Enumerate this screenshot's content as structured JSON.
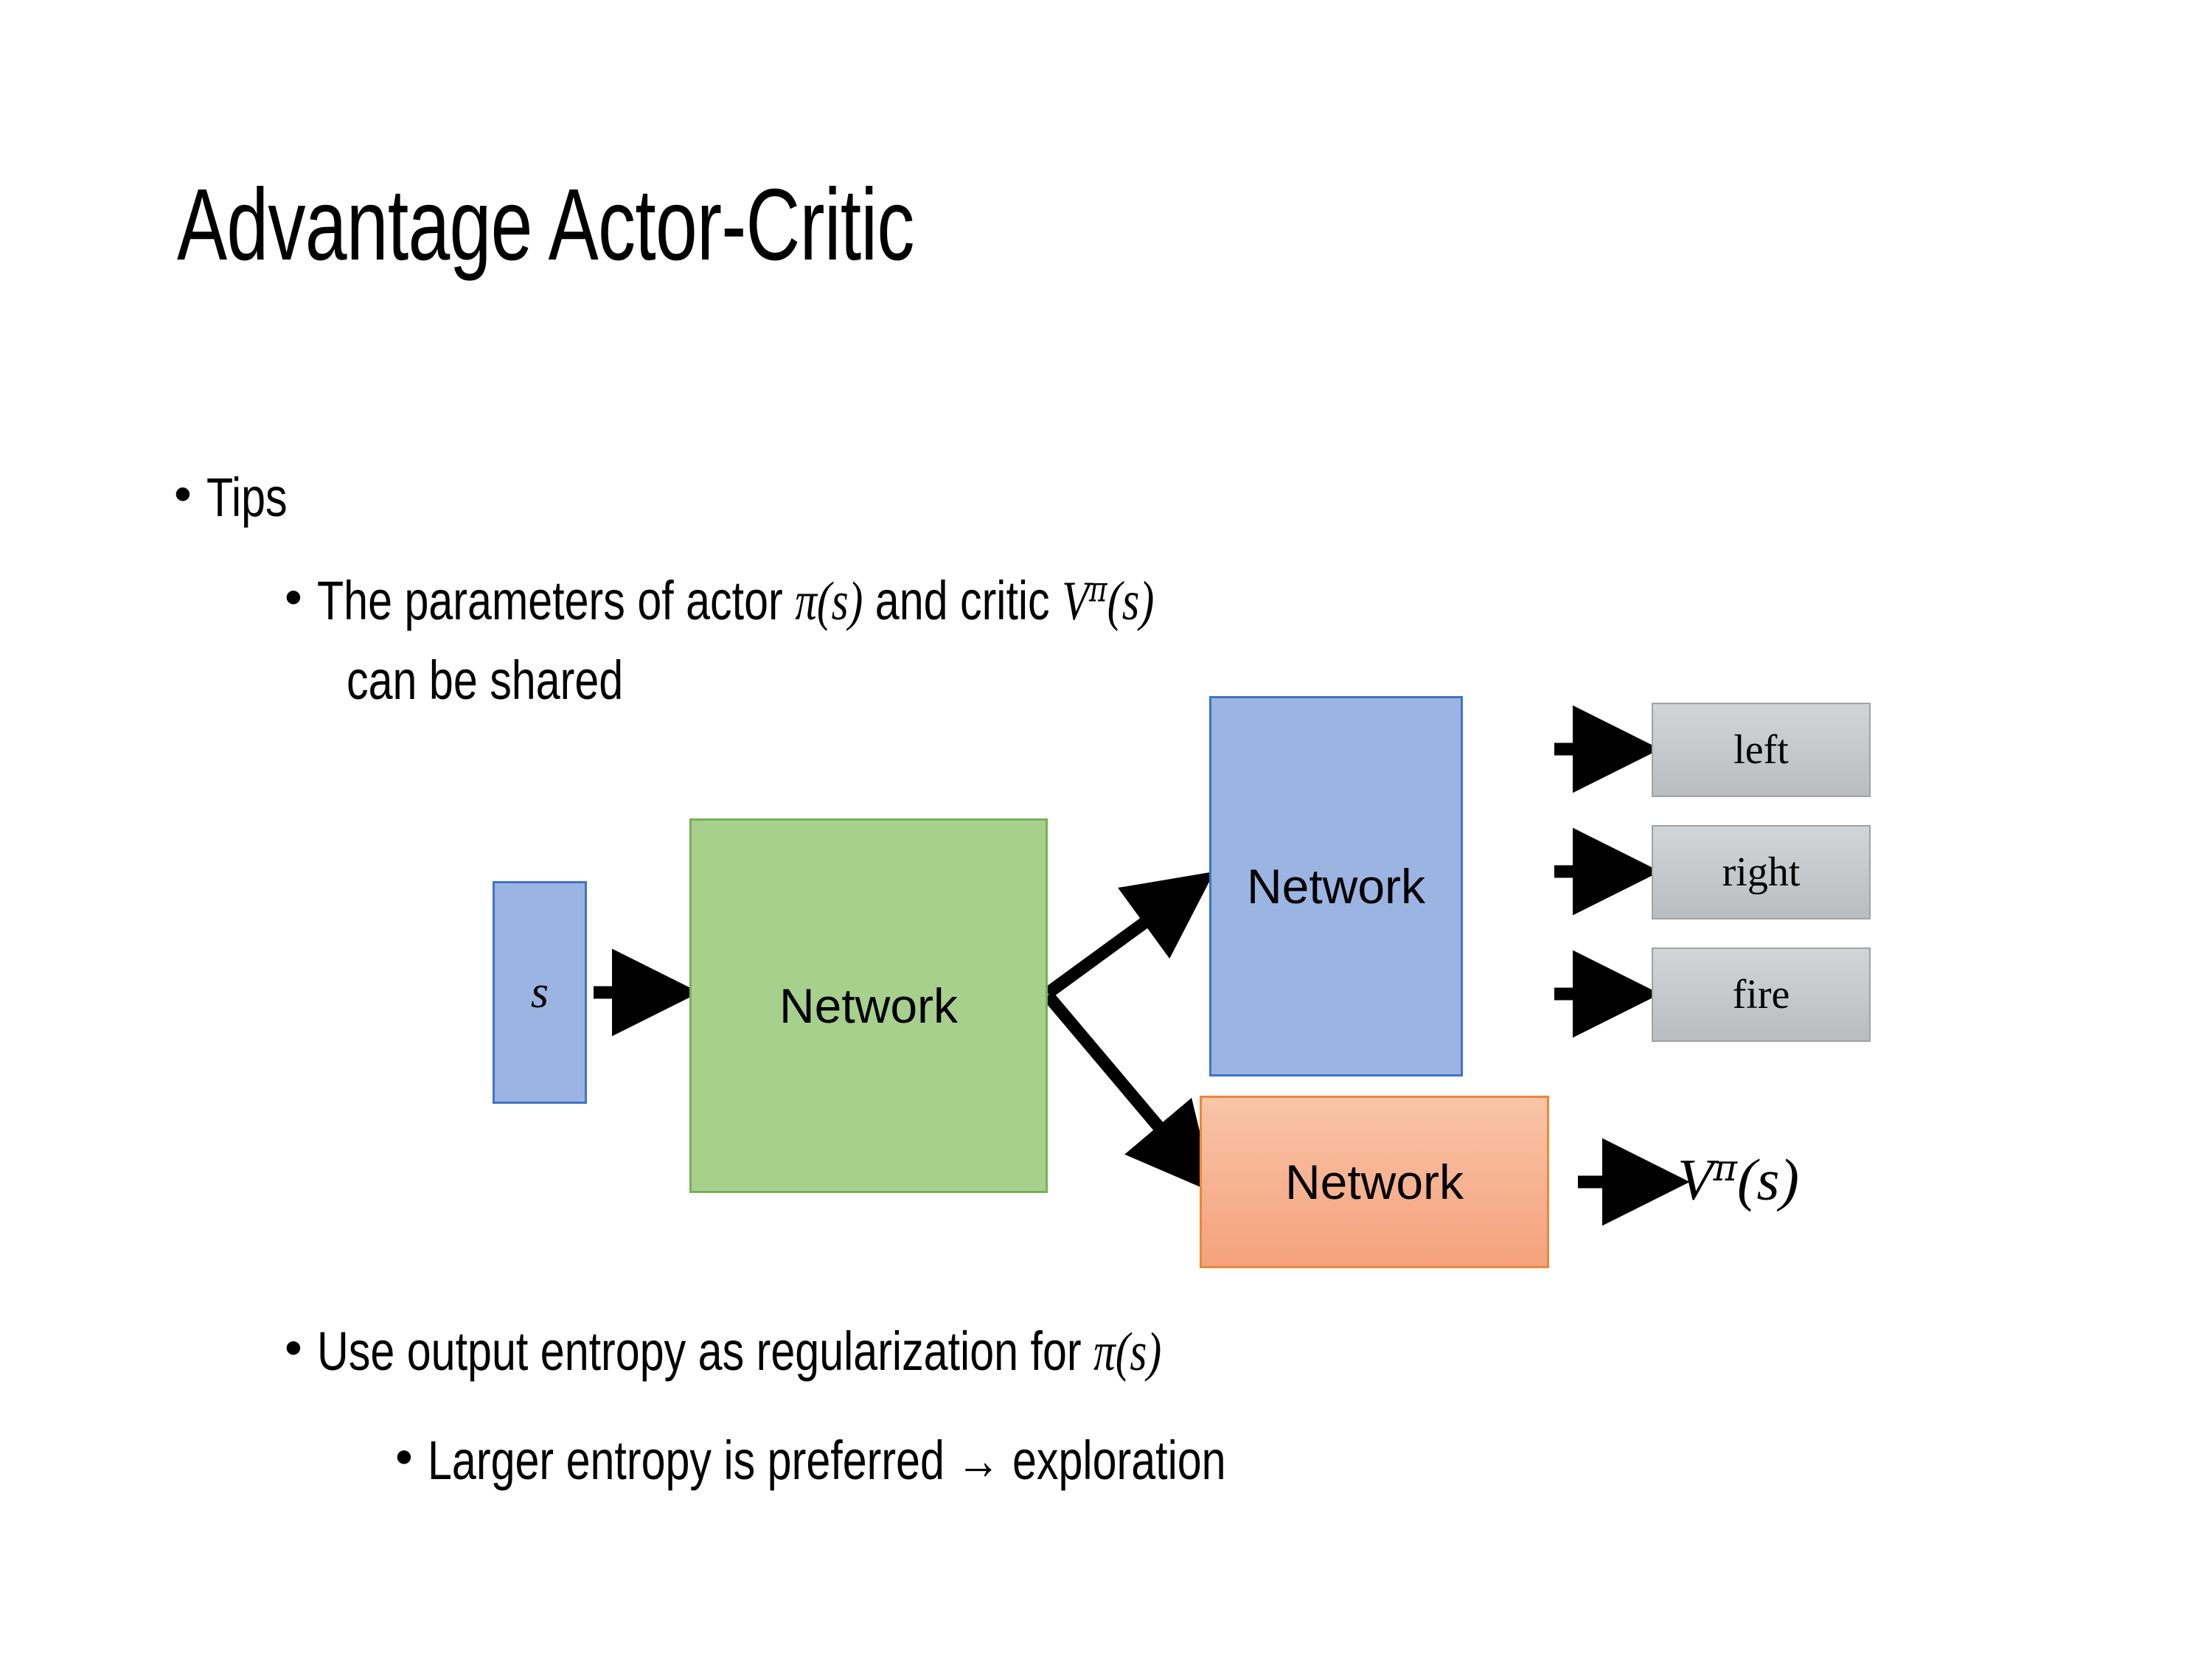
{
  "slide": {
    "title": "Advantage Actor-Critic",
    "bullets": {
      "tips": "Tips",
      "params_pre": "The parameters of actor ",
      "params_pi": "π(s)",
      "params_mid": "  and critic ",
      "params_v": "V",
      "params_v_sup": "π",
      "params_v_arg": "(s)",
      "params_line2": "can be shared",
      "entropy_pre": "Use output entropy as regularization for ",
      "entropy_pi": "π(s)",
      "larger": "Larger entropy is preferred → exploration"
    },
    "bullet_glyph": "•"
  },
  "diagram": {
    "state_label": "s",
    "shared_network_label": "Network",
    "actor_network_label": "Network",
    "critic_network_label": "Network",
    "actions": [
      {
        "label": "left"
      },
      {
        "label": "right"
      },
      {
        "label": "fire"
      }
    ],
    "value_output": {
      "symbol": "V",
      "superscript": "π",
      "argument": "(s)"
    },
    "colors": {
      "state_fill": "#9CB4E2",
      "state_border": "#4173C4",
      "shared_fill": "#A8D08D",
      "shared_border": "#76B154",
      "actor_fill": "#9CB4E2",
      "actor_border": "#4173C4",
      "critic_fill": "#F4A27C",
      "critic_border": "#E8883A",
      "action_fill": "#C6C9CB",
      "action_border": "#9FA2A4",
      "arrow": "#000000",
      "text": "#000000",
      "background": "#FFFFFF"
    }
  }
}
